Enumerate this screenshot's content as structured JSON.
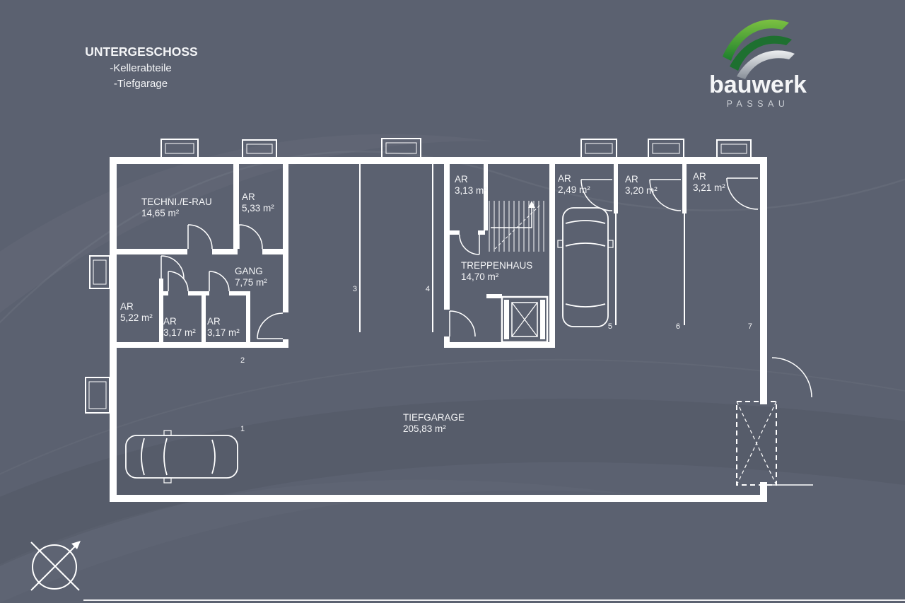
{
  "colors": {
    "background": "#5b6170",
    "wall": "#ffffff",
    "logo_green": "#2e8d33",
    "logo_gray": "#c9cdd3"
  },
  "header": {
    "title": "UNTERGESCHOSS",
    "line2": "-Kellerabteile",
    "line3": "-Tiefgarage"
  },
  "logo": {
    "brand": "bauwerk",
    "city": "PASSAU"
  },
  "rooms": {
    "techni": {
      "name": "TECHNI./E-RAU",
      "area": "14,65 m²"
    },
    "ar533": {
      "name": "AR",
      "area": "5,33 m²"
    },
    "gang": {
      "name": "GANG",
      "area": "7,75 m²"
    },
    "ar522": {
      "name": "AR",
      "area": "5,22 m²"
    },
    "ar317a": {
      "name": "AR",
      "area": "3,17 m²"
    },
    "ar317b": {
      "name": "AR",
      "area": "3,17 m²"
    },
    "ar313": {
      "name": "AR",
      "area": "3,13 m²"
    },
    "treppenhaus": {
      "name": "TREPPENHAUS",
      "area": "14,70 m²"
    },
    "ar249": {
      "name": "AR",
      "area": "2,49 m²"
    },
    "ar320": {
      "name": "AR",
      "area": "3,20 m²"
    },
    "ar321": {
      "name": "AR",
      "area": "3,21 m²"
    },
    "tiefgarage": {
      "name": "TIEFGARAGE",
      "area": "205,83 m²"
    }
  },
  "parking": {
    "p1": "1",
    "p2": "2",
    "p3": "3",
    "p4": "4",
    "p5": "5",
    "p6": "6",
    "p7": "7"
  }
}
